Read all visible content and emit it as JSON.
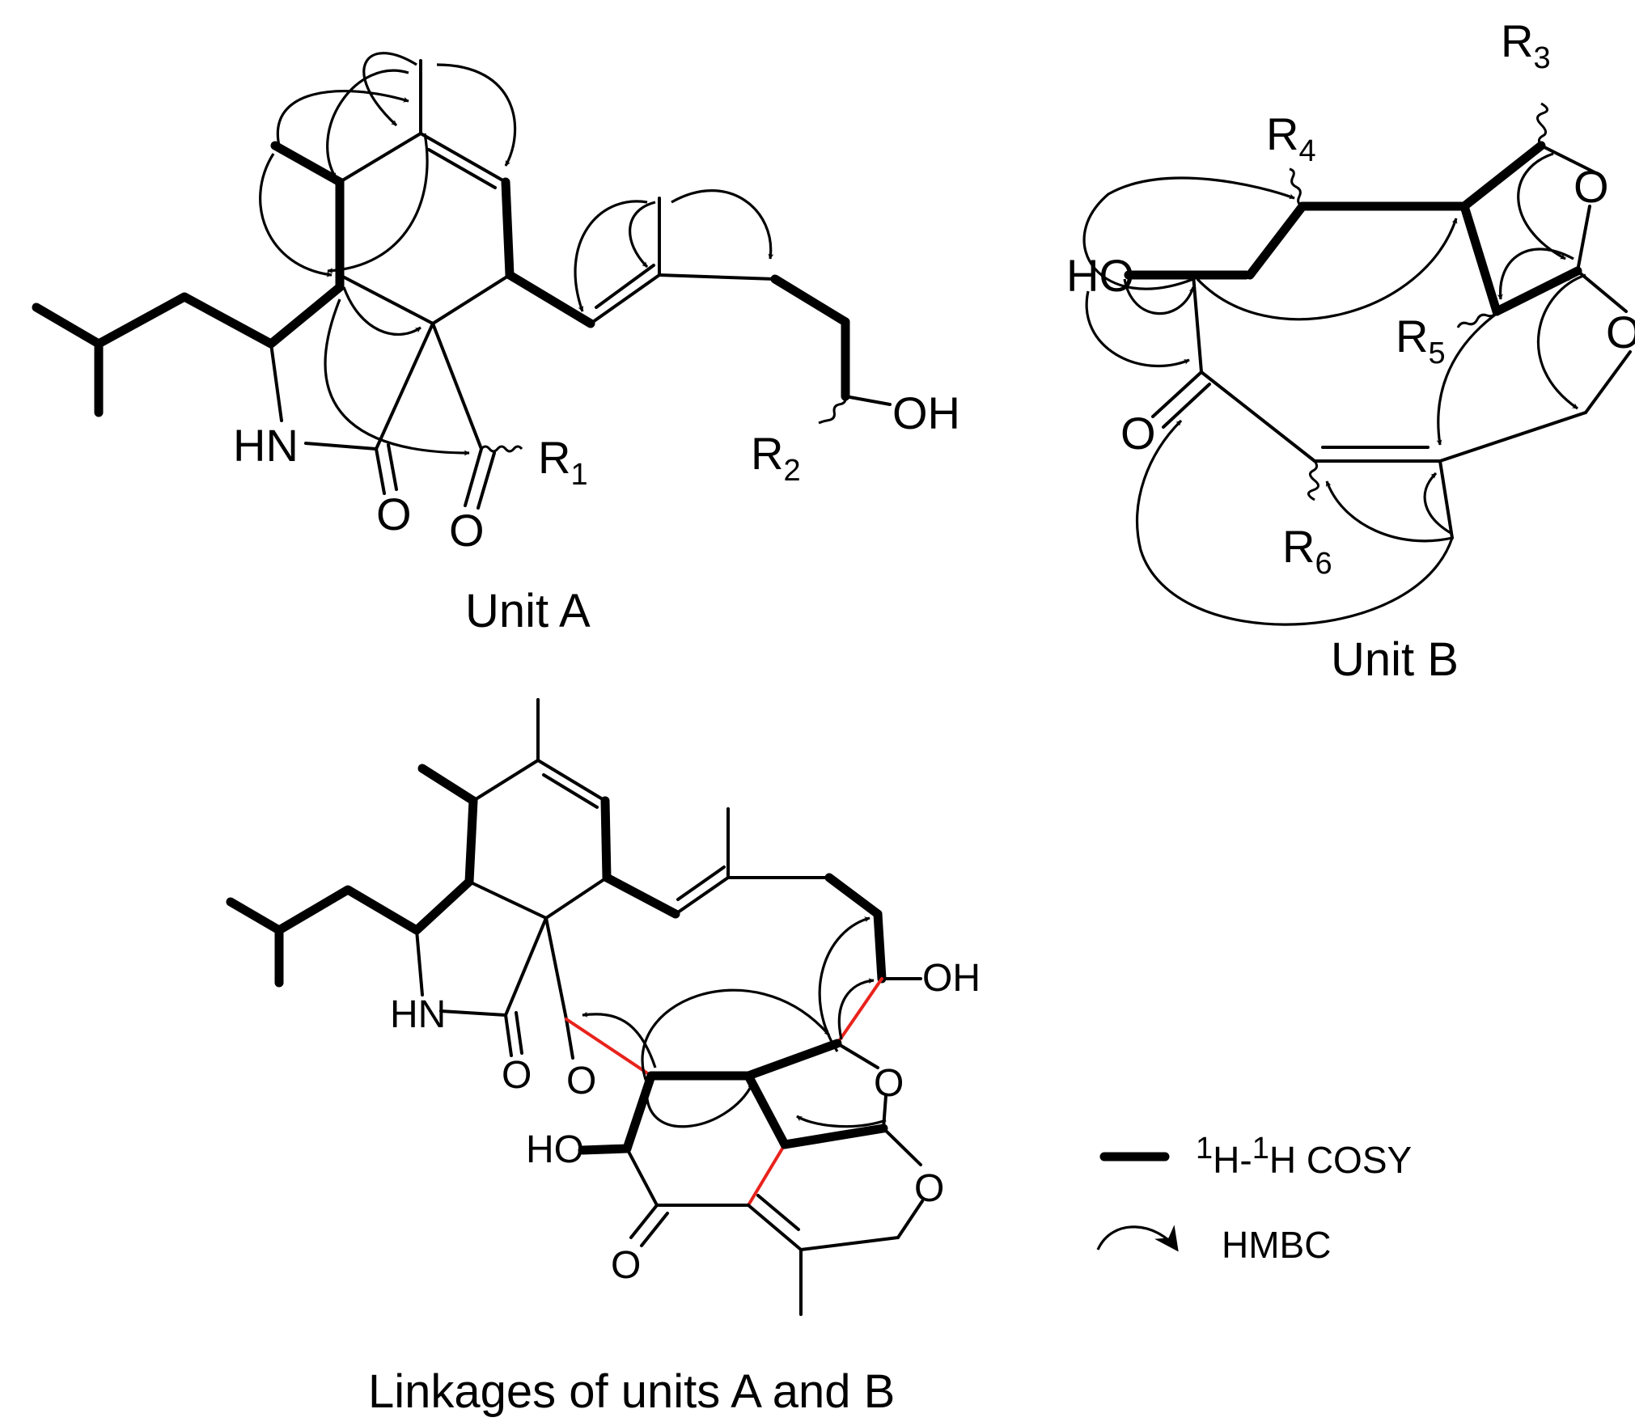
{
  "figure": {
    "unit_a": {
      "caption": "Unit A",
      "atoms": {
        "hn": "HN",
        "o1": "O",
        "o2": "O",
        "oh": "OH",
        "r1": "R",
        "r1_sub": "1",
        "r2": "R",
        "r2_sub": "2"
      }
    },
    "unit_b": {
      "caption": "Unit B",
      "atoms": {
        "ho": "HO",
        "o_ketone": "O",
        "o_ring1": "O",
        "o_ring2": "O",
        "r3": "R",
        "r3_sub": "3",
        "r4": "R",
        "r4_sub": "4",
        "r5": "R",
        "r5_sub": "5",
        "r6": "R",
        "r6_sub": "6"
      }
    },
    "linkage": {
      "caption": "Linkages of units A and B",
      "atoms": {
        "hn": "HN",
        "o_lactam": "O",
        "o_ald": "O",
        "oh": "OH",
        "ho": "HO",
        "o_ketone": "O",
        "o_ring1": "O",
        "o_ring2": "O"
      }
    },
    "legend": {
      "cosy_sup1": "1",
      "cosy_h1": "H-",
      "cosy_sup2": "1",
      "cosy_text": "H COSY",
      "hmbc_text": "HMBC"
    },
    "colors": {
      "bond": "#000000",
      "linkage_bond": "#e8231c",
      "background": "#ffffff"
    }
  }
}
